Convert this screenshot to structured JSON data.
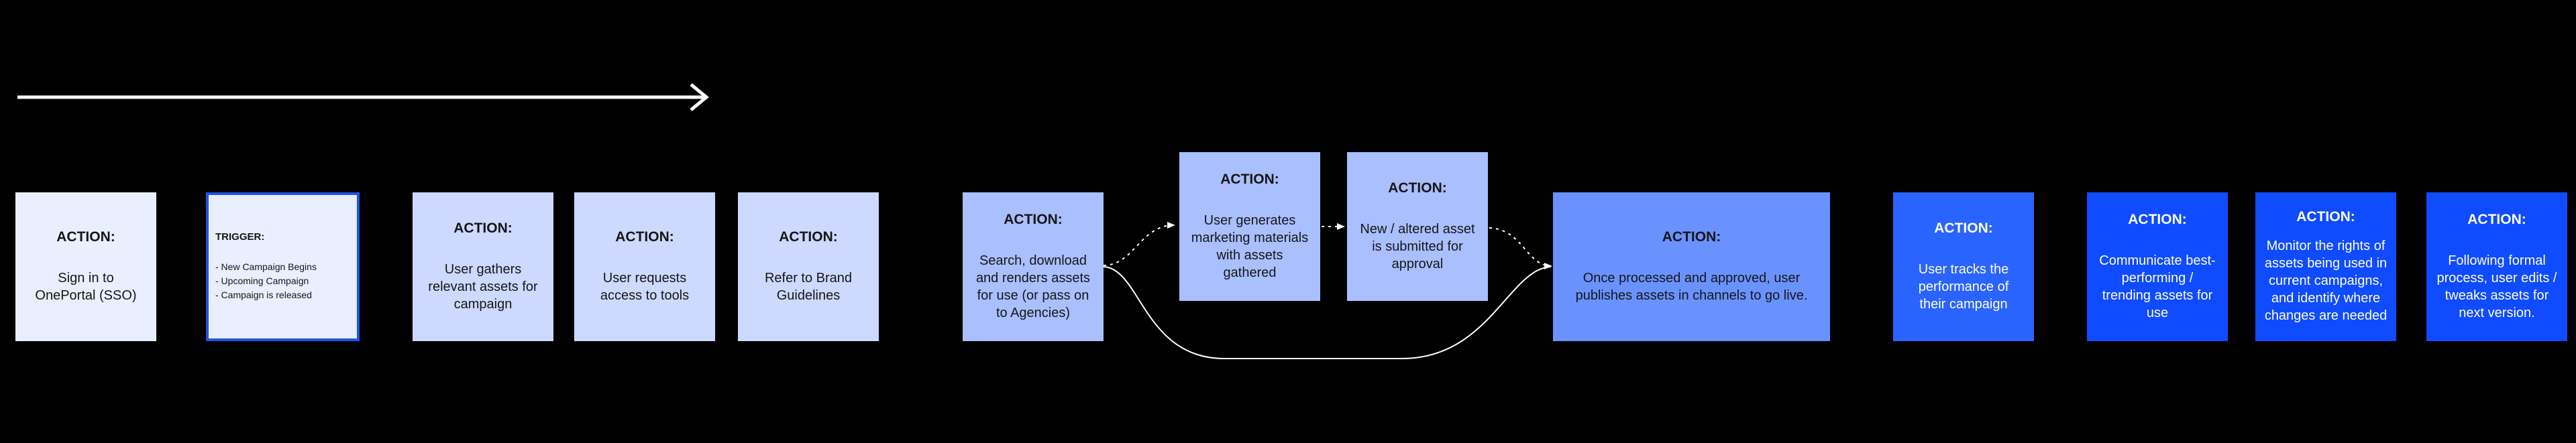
{
  "colors": {
    "background": "#000000",
    "arrow": "#ffffff",
    "trigger_border": "#1f55e6",
    "step_light": "#e9efff",
    "step_dark": "#0f4bff"
  },
  "steps": [
    {
      "heading": "ACTION:",
      "text": "Sign in to OnePortal (SSO)"
    },
    {
      "heading": "TRIGGER:",
      "items": [
        "- New Campaign Begins",
        "- Upcoming Campaign",
        "- Campaign is released"
      ]
    },
    {
      "heading": "ACTION:",
      "text": "User gathers relevant assets for campaign"
    },
    {
      "heading": "ACTION:",
      "text": "User requests access to tools"
    },
    {
      "heading": "ACTION:",
      "text": "Refer to Brand Guidelines"
    },
    {
      "heading": "ACTION:",
      "text": "Search, download and renders assets for use (or pass on to Agencies)"
    },
    {
      "heading": "ACTION:",
      "text": "User generates marketing materials with assets gathered"
    },
    {
      "heading": "ACTION:",
      "text": "New / altered asset is submitted for approval"
    },
    {
      "heading": "ACTION:",
      "text": "Once processed and approved, user publishes assets in channels to go live."
    },
    {
      "heading": "ACTION:",
      "text": "User tracks the performance of their campaign"
    },
    {
      "heading": "ACTION:",
      "text": "Communicate best-performing / trending assets for use"
    },
    {
      "heading": "ACTION:",
      "text": "Monitor the rights of assets being used in current campaigns, and identify where changes are needed"
    },
    {
      "heading": "ACTION:",
      "text": "Following formal process, user edits / tweaks assets for next version."
    }
  ]
}
